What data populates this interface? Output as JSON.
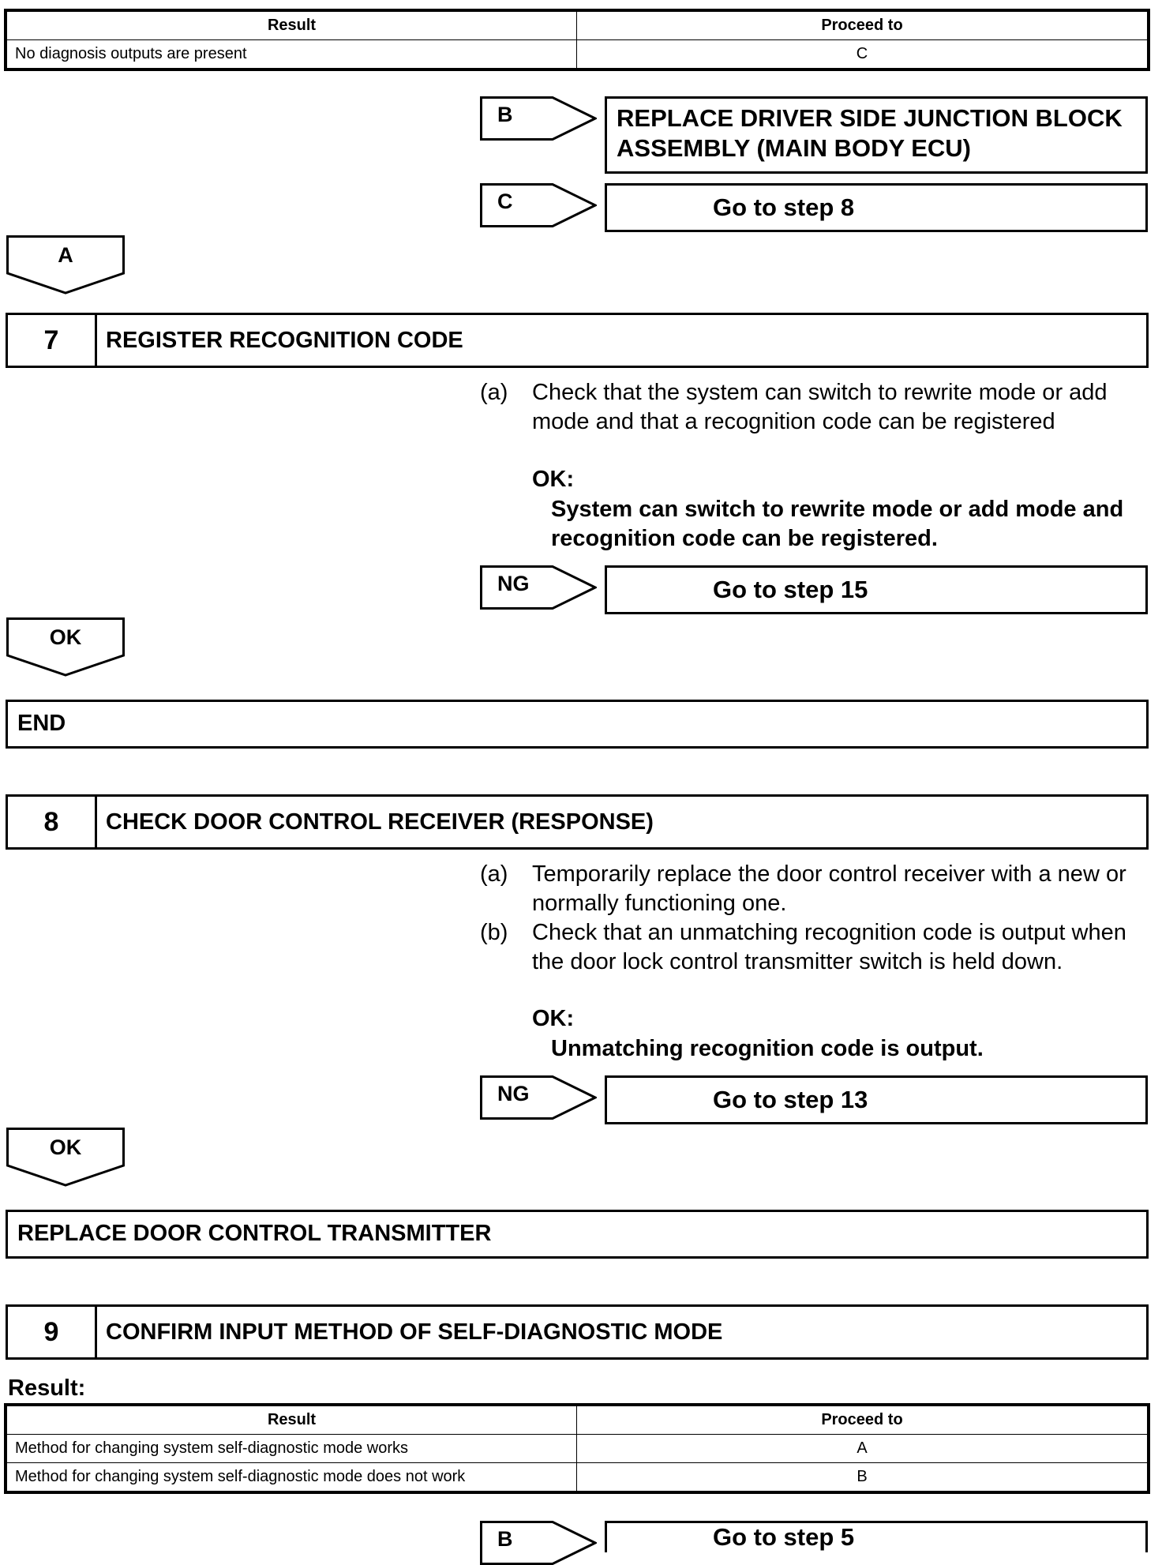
{
  "table1": {
    "headers": [
      "Result",
      "Proceed to"
    ],
    "rows": [
      [
        "No diagnosis outputs are present",
        "C"
      ]
    ]
  },
  "branch_b1": {
    "tag": "B",
    "target": "REPLACE DRIVER SIDE JUNCTION BLOCK ASSEMBLY (MAIN BODY ECU)"
  },
  "branch_c1": {
    "tag": "C",
    "target": "Go to step 8"
  },
  "arrow_a": "A",
  "step7": {
    "number": "7",
    "title": "REGISTER RECOGNITION CODE",
    "items": [
      {
        "label": "(a)",
        "text": "Check that the system can switch to rewrite mode or add mode and that a recognition code can be registered"
      }
    ],
    "ok_label": "OK:",
    "ok_value": "System can switch to rewrite mode or add mode and recognition code can be registered.",
    "ng_tag": "NG",
    "ng_target": "Go to step 15"
  },
  "arrow_ok1": "OK",
  "end_label": "END",
  "step8": {
    "number": "8",
    "title": "CHECK DOOR CONTROL RECEIVER (RESPONSE)",
    "items": [
      {
        "label": "(a)",
        "text": "Temporarily replace the door control receiver with a new or normally functioning one."
      },
      {
        "label": "(b)",
        "text": "Check that an unmatching recognition code is output when the door lock control transmitter switch is held down."
      }
    ],
    "ok_label": "OK:",
    "ok_value": "Unmatching recognition code is output.",
    "ng_tag": "NG",
    "ng_target": "Go to step 13"
  },
  "arrow_ok2": "OK",
  "replace_label": "REPLACE DOOR CONTROL TRANSMITTER",
  "step9": {
    "number": "9",
    "title": "CONFIRM INPUT METHOD OF SELF-DIAGNOSTIC MODE",
    "result_label": "Result:"
  },
  "table2": {
    "headers": [
      "Result",
      "Proceed to"
    ],
    "rows": [
      [
        "Method for changing system self-diagnostic mode works",
        "A"
      ],
      [
        "Method for changing system self-diagnostic mode does not work",
        "B"
      ]
    ]
  },
  "branch_b2": {
    "tag": "B",
    "target": "Go to step 5"
  }
}
